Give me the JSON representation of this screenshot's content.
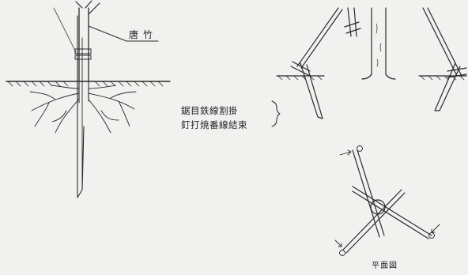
{
  "labels": {
    "bamboo": "唐竹",
    "binding_note_line1": "鋸目鉄線割掛",
    "binding_note_line2": "釘打焼番線結束",
    "plan_view": "平面図"
  },
  "colors": {
    "paper": "#f1f1ef",
    "ink": "#2a2a2a"
  }
}
